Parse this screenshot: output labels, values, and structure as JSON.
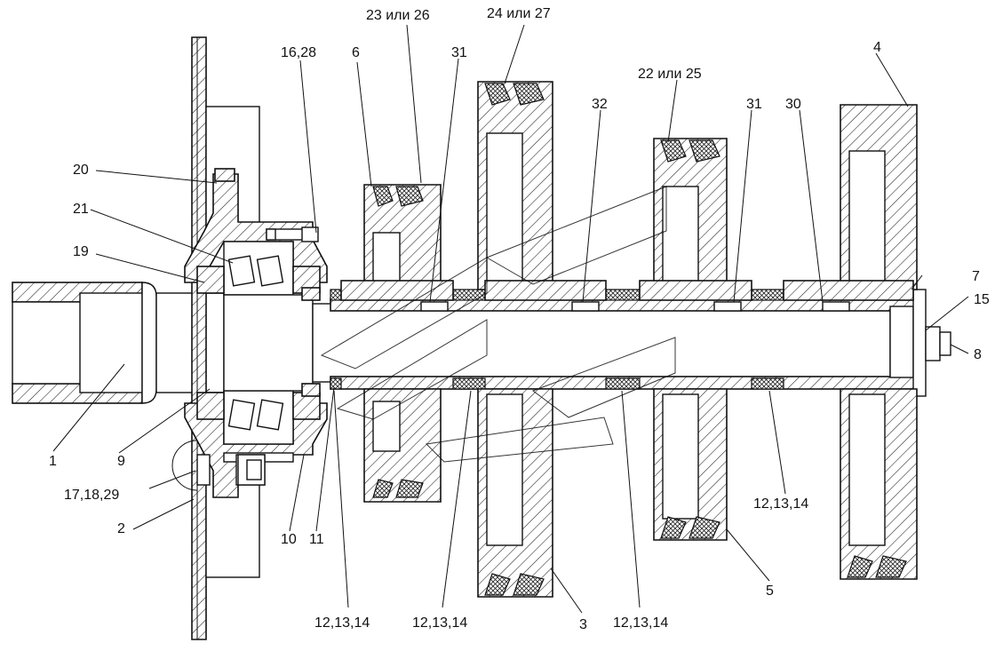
{
  "labels": {
    "l1": "1",
    "l2": "2",
    "l3": "3",
    "l4": "4",
    "l5": "5",
    "l6": "6",
    "l7": "7",
    "l8": "8",
    "l9": "9",
    "l10": "10",
    "l11": "11",
    "l15": "15",
    "l16_28": "16,28",
    "l17_18_29": "17,18,29",
    "l19": "19",
    "l20": "20",
    "l21": "21",
    "l22_25": "22 или 25",
    "l23_26": "23 или 26",
    "l24_27": "24 или 27",
    "l30": "30",
    "l31a": "31",
    "l31b": "31",
    "l32": "32",
    "l12a": "12,13,14",
    "l12b": "12,13,14",
    "l12c": "12,13,14",
    "l12d": "12,13,14"
  }
}
